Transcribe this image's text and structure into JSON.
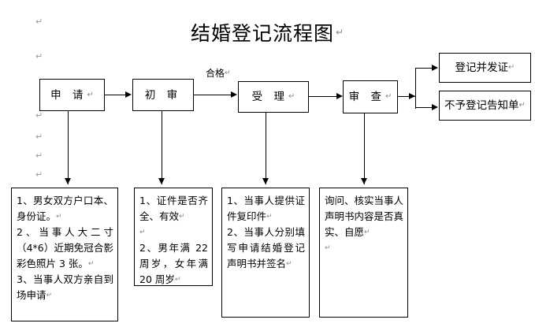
{
  "document": {
    "title": "结婚登记流程图",
    "paragraph_mark": "↵"
  },
  "flow": {
    "process_boxes": [
      {
        "id": "apply",
        "label": "申 请",
        "mark": "↵"
      },
      {
        "id": "first-review",
        "label": "初 审",
        "mark": ""
      },
      {
        "id": "accept",
        "label": "受 理",
        "mark": "↵"
      },
      {
        "id": "examine",
        "label": "审 查",
        "mark": "↵"
      }
    ],
    "outcome_boxes": [
      {
        "id": "register-issue",
        "label": "登记并发证",
        "mark": "↵"
      },
      {
        "id": "refuse-notice",
        "label": "不予登记告知单",
        "mark": "↵"
      }
    ],
    "edge_labels": [
      {
        "id": "qualified",
        "label": "合格",
        "mark": "↵"
      }
    ]
  },
  "details": {
    "apply": {
      "lines": [
        "1、男女双方户口本、身份证。",
        "2、当事人大二寸（4*6）近期免冠合影彩色照片 3 张。",
        "3、当事人双方亲自到场申请"
      ],
      "marks": [
        "↵",
        "↵",
        "↵"
      ]
    },
    "first_review": {
      "lines": [
        "1、证件是否齐全、有效",
        "",
        "2、男年满 22 周岁，女年满 20 周岁"
      ],
      "marks": [
        "↵",
        "↵",
        "↵"
      ]
    },
    "accept": {
      "lines": [
        "1、当事人提供证件复印件",
        "2、当事人分别填写申请结婚登记声明书并签名"
      ],
      "marks": [
        "↵",
        "↵"
      ]
    },
    "examine": {
      "lines": [
        "询问、核实当事人声明书内容是否真实、自愿",
        ""
      ],
      "marks": [
        "↵",
        "↵"
      ]
    }
  },
  "margin_marks": {
    "symbol": "↵",
    "count": 6
  },
  "colors": {
    "page_background": "#ffffff",
    "stroke": "#000000",
    "text": "#000000",
    "paragraph_mark": "#8a8a8a"
  }
}
